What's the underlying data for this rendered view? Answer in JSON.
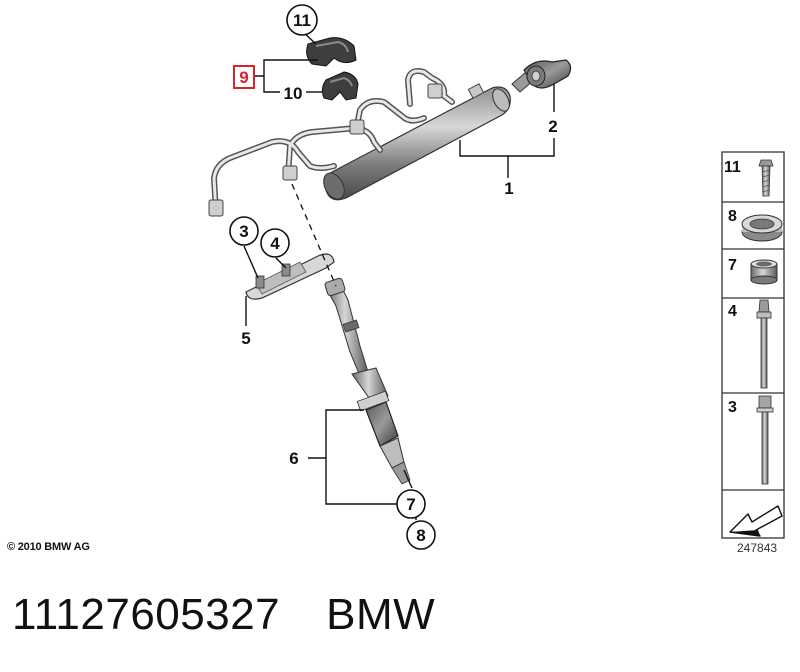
{
  "diagram": {
    "callouts": [
      {
        "id": "11",
        "circled": true
      },
      {
        "id": "9",
        "circled": false,
        "highlighted": true,
        "highlight_color": "#d9232e"
      },
      {
        "id": "10",
        "circled": false
      },
      {
        "id": "2",
        "circled": false
      },
      {
        "id": "1",
        "circled": false
      },
      {
        "id": "3",
        "circled": true
      },
      {
        "id": "4",
        "circled": true
      },
      {
        "id": "5",
        "circled": false
      },
      {
        "id": "6",
        "circled": false
      },
      {
        "id": "7",
        "circled": true
      },
      {
        "id": "8",
        "circled": true
      }
    ],
    "side_panel": [
      "11",
      "8",
      "7",
      "4",
      "3"
    ],
    "diagram_number": "247843",
    "copyright": "© 2010 BMW AG"
  },
  "footer": {
    "part_number": "11127605327",
    "brand": "BMW"
  }
}
